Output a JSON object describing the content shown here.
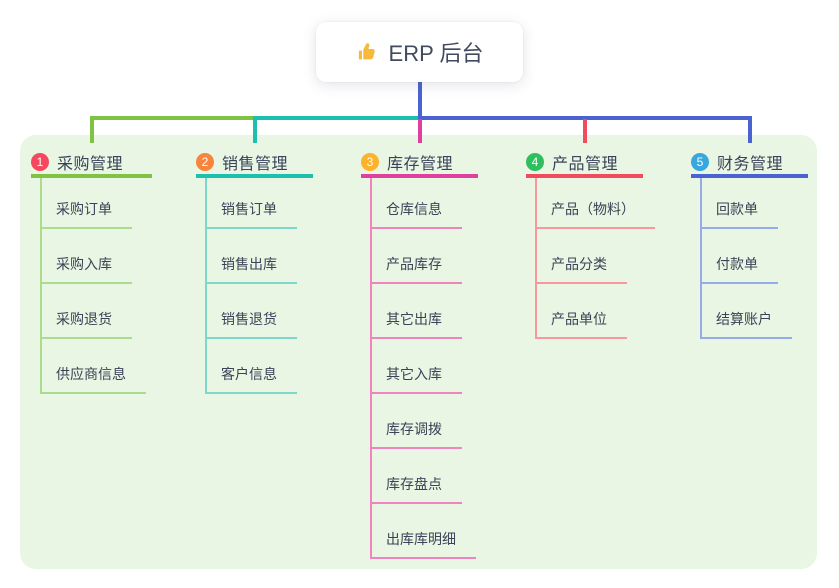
{
  "title": {
    "icon": "thumbs-up",
    "text": "ERP 后台"
  },
  "root_connector_color": "#4a63d0",
  "panel_color": "#e9f6e3",
  "branches": [
    {
      "num": "1",
      "label": "采购管理",
      "badge_color": "#f5475e",
      "line_color": "#7fc244",
      "item_line_color": "#abdb8e",
      "items": [
        "采购订单",
        "采购入库",
        "采购退货",
        "供应商信息"
      ]
    },
    {
      "num": "2",
      "label": "销售管理",
      "badge_color": "#f8853e",
      "line_color": "#1ebfae",
      "item_line_color": "#7cd8cc",
      "items": [
        "销售订单",
        "销售出库",
        "销售退货",
        "客户信息"
      ]
    },
    {
      "num": "3",
      "label": "库存管理",
      "badge_color": "#fcb22b",
      "line_color": "#df3f9d",
      "item_line_color": "#ef84c1",
      "items": [
        "仓库信息",
        "产品库存",
        "其它出库",
        "其它入库",
        "库存调拨",
        "库存盘点",
        "出库库明细"
      ]
    },
    {
      "num": "4",
      "label": "产品管理",
      "badge_color": "#2fbf5e",
      "line_color": "#f14b5e",
      "item_line_color": "#f9969f",
      "items": [
        "产品（物料）",
        "产品分类",
        "产品单位"
      ]
    },
    {
      "num": "5",
      "label": "财务管理",
      "badge_color": "#38a7de",
      "line_color": "#4a63d0",
      "item_line_color": "#96abe9",
      "items": [
        "回款单",
        "付款单",
        "结算账户"
      ]
    }
  ]
}
